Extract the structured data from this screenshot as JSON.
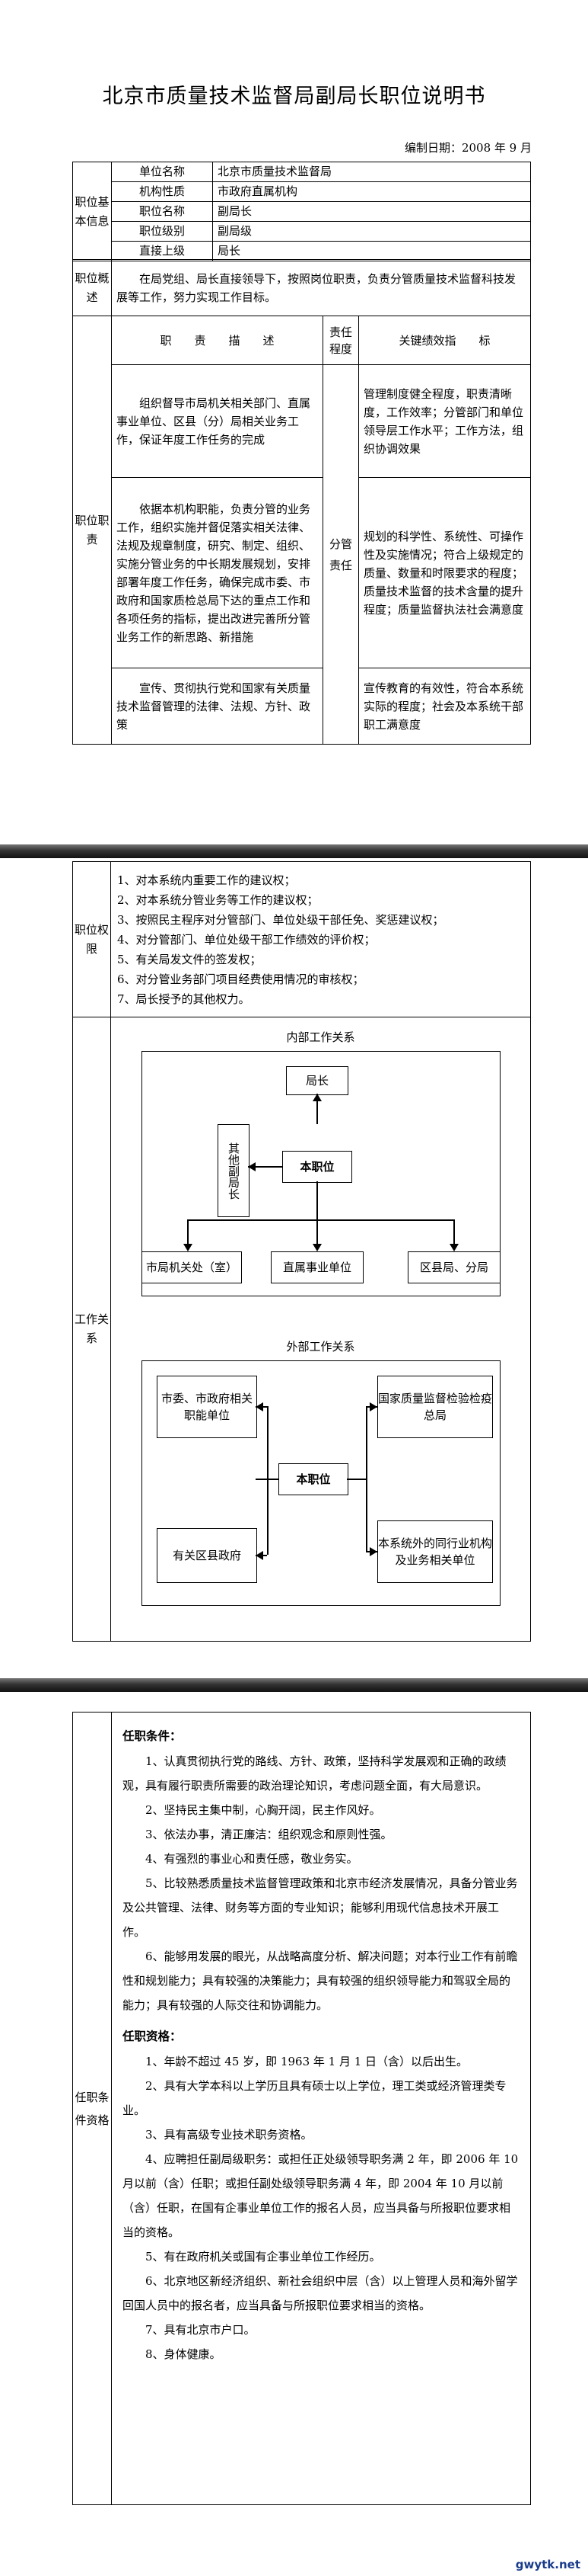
{
  "doc": {
    "title": "北京市质量技术监督局副局长职位说明书",
    "date": "编制日期：2008 年 9 月"
  },
  "basic": {
    "section": "职位基本信息",
    "rows": [
      {
        "k": "单位名称",
        "v": "北京市质量技术监督局"
      },
      {
        "k": "机构性质",
        "v": "市政府直属机构"
      },
      {
        "k": "职位名称",
        "v": "副局长"
      },
      {
        "k": "职位级别",
        "v": "副局级"
      },
      {
        "k": "直接上级",
        "v": "局长"
      }
    ]
  },
  "overview": {
    "section": "职位概述",
    "text": "在局党组、局长直接领导下，按照岗位职责，负责分管质量技术监督科技发展等工作，努力实现工作目标。"
  },
  "duties": {
    "section": "职位职责",
    "head_duty": "职　　责　　描　　述",
    "head_degree": "责任程度",
    "head_kpi": "关键绩效指　　标",
    "degree": "分管责任",
    "items": [
      {
        "desc": "组织督导市局机关相关部门、直属事业单位、区县（分）局相关业务工作，保证年度工作任务的完成",
        "kpi": "管理制度健全程度，职责清晰度，工作效率；分管部门和单位领导层工作水平；工作方法，组织协调效果"
      },
      {
        "desc": "依据本机构职能，负责分管的业务工作，组织实施并督促落实相关法律、法规及规章制度，研究、制定、组织、实施分管业务的中长期发展规划，安排部署年度工作任务，确保完成市委、市政府和国家质检总局下达的重点工作和各项任务的指标，提出改进完善所分管业务工作的新思路、新措施",
        "kpi": "规划的科学性、系统性、可操作性及实施情况；符合上级规定的质量、数量和时限要求的程度；质量技术监督的技术含量的提升程度；质量监督执法社会满意度"
      },
      {
        "desc": "宣传、贯彻执行党和国家有关质量技术监督管理的法律、法规、方针、政策",
        "kpi": "宣传教育的有效性，符合本系统实际的程度；社会及本系统干部职工满意度"
      }
    ]
  },
  "authority": {
    "section": "职位权限",
    "items": [
      "1、对本系统内重要工作的建议权；",
      "2、对本系统分管业务等工作的建议权；",
      "3、按照民主程序对分管部门、单位处级干部任免、奖惩建议权；",
      "4、对分管部门、单位处级干部工作绩效的评价权；",
      "5、有关局发文件的签发权；",
      "6、对分管业务部门项目经费使用情况的审核权；",
      "7、局长授予的其他权力。"
    ]
  },
  "relations": {
    "section": "工作关系",
    "internal_title": "内部工作关系",
    "external_title": "外部工作关系",
    "center": "本职位",
    "director": "局长",
    "other_deputy": "其他副局长",
    "internal_bottom": [
      "市局机关处（室）",
      "直属事业单位",
      "区县局、分局"
    ],
    "external_left": [
      "市委、市政府相关职能单位",
      "有关区县政府"
    ],
    "external_right": [
      "国家质量监督检验检疫总局",
      "本系统外的同行业机构及业务相关单位"
    ]
  },
  "qual": {
    "section": "任职条件资格",
    "cond_title": "任职条件：",
    "conditions": [
      "1、认真贯彻执行党的路线、方针、政策，坚持科学发展观和正确的政绩观，具有履行职责所需要的政治理论知识，考虑问题全面，有大局意识。",
      "2、坚持民主集中制，心胸开阔，民主作风好。",
      "3、依法办事，清正廉洁：组织观念和原则性强。",
      "4、有强烈的事业心和责任感，敬业务实。",
      "5、比较熟悉质量技术监督管理政策和北京市经济发展情况，具备分管业务及公共管理、法律、财务等方面的专业知识；能够利用现代信息技术开展工作。",
      "6、能够用发展的眼光，从战略高度分析、解决问题；对本行业工作有前瞻性和规划能力；具有较强的决策能力；具有较强的组织领导能力和驾驭全局的能力；具有较强的人际交往和协调能力。"
    ],
    "qual_title": "任职资格：",
    "qualifications": [
      "1、年龄不超过 45 岁，即 1963 年 1 月 1 日（含）以后出生。",
      "2、具有大学本科以上学历且具有硕士以上学位，理工类或经济管理类专业。",
      "3、具有高级专业技术职务资格。",
      "4、应聘担任副局级职务：或担任正处级领导职务满 2 年，即 2006 年 10 月以前（含）任职；或担任副处级领导职务满 4 年，即 2004 年 10 月以前（含）任职，在国有企事业单位工作的报名人员，应当具备与所报职位要求相当的资格。",
      "5、有在政府机关或国有企事业单位工作经历。",
      "6、北京地区新经济组织、新社会组织中层（含）以上管理人员和海外留学回国人员中的报名者，应当具备与所报职位要求相当的资格。",
      "7、具有北京市户口。",
      "8、身体健康。"
    ]
  },
  "watermark": "gwytk.net"
}
